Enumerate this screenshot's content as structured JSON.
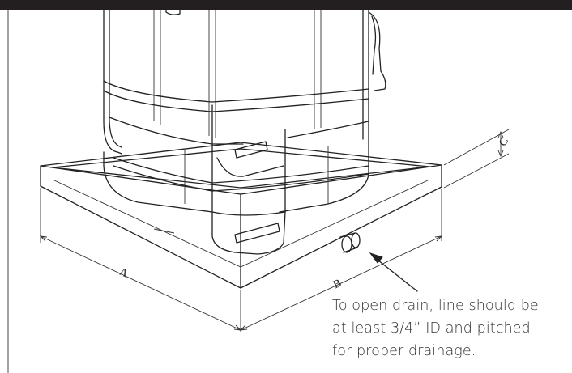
{
  "diagram": {
    "dimension_labels": {
      "a": "A",
      "b": "B",
      "c": "C"
    },
    "drain_note": {
      "lines": [
        "To open drain, line should be",
        "at least 3/4” ID and pitched",
        "for proper drainage."
      ]
    }
  }
}
